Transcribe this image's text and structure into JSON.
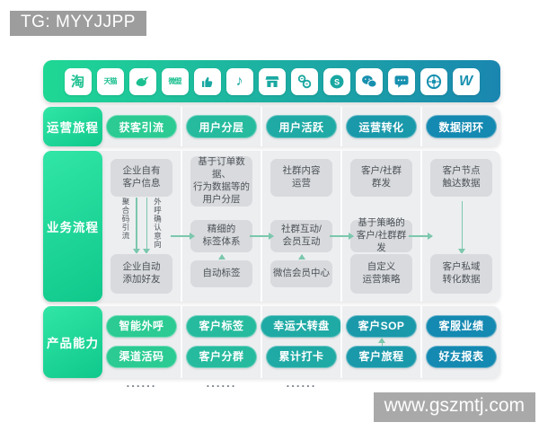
{
  "overlay": {
    "tag": "TG: MYYJJPP",
    "watermark": "www.gszmtj.com"
  },
  "colors": {
    "header_gradient": [
      "#1fd894",
      "#1a86b0"
    ],
    "strip_gradient": [
      "#31e6a6",
      "#0fc88b"
    ],
    "pill_colors": [
      "#2bcb93",
      "#26bb9e",
      "#20aaa5",
      "#1a99ab",
      "#1489b1"
    ],
    "row_bg": "#eceef0",
    "box_bg": "#d8dadd",
    "box_text": "#4b5157",
    "arrow": "#7cc7ad"
  },
  "platform_icons": [
    {
      "name": "taobao-icon",
      "glyph": "淘"
    },
    {
      "name": "tmall-icon",
      "glyph": "天猫"
    },
    {
      "name": "bird-icon"
    },
    {
      "name": "weimob-icon",
      "glyph": "微盟"
    },
    {
      "name": "thumbs-up-icon"
    },
    {
      "name": "douyin-icon",
      "glyph": "♪"
    },
    {
      "name": "storefront-icon"
    },
    {
      "name": "double-coin-icon"
    },
    {
      "name": "s-circle-icon"
    },
    {
      "name": "wechat-icon"
    },
    {
      "name": "chat-bubble-icon"
    },
    {
      "name": "aperture-icon"
    },
    {
      "name": "weidian-w-icon",
      "glyph": "W"
    }
  ],
  "journey": {
    "label": "运营旅程",
    "stages": [
      "获客引流",
      "用户分层",
      "用户活跃",
      "运营转化",
      "数据闭环"
    ]
  },
  "process": {
    "label": "业务流程",
    "columns": [
      {
        "top": "企业自有\n客户信息",
        "edge_left": "聚合码引流",
        "edge_right": "外呼确认意向",
        "bottom": "企业自动\n添加好友"
      },
      {
        "top": "基于订单数据、\n行为数据等的\n用户分层",
        "mid": "精细的\n标签体系",
        "bottom": "自动标签"
      },
      {
        "top": "社群内容\n运营",
        "mid": "社群互动/\n会员互动",
        "bottom": "微信会员中心"
      },
      {
        "top": "客户/社群\n群发",
        "mid": "基于策略的\n客户/社群群发",
        "bottom": "自定义\n运营策略"
      },
      {
        "top": "客户节点\n触达数据",
        "bottom": "客户私域\n转化数据"
      }
    ]
  },
  "capability": {
    "label": "产品能力",
    "columns": [
      {
        "pills": [
          "智能外呼",
          "渠道活码"
        ],
        "more": "......"
      },
      {
        "pills": [
          "客户标签",
          "客户分群"
        ],
        "more": "......"
      },
      {
        "pills": [
          "幸运大转盘",
          "累计打卡"
        ],
        "more": "......"
      },
      {
        "pills": [
          "客户SOP",
          "客户旅程"
        ]
      },
      {
        "pills": [
          "客服业绩",
          "好友报表"
        ]
      }
    ]
  }
}
